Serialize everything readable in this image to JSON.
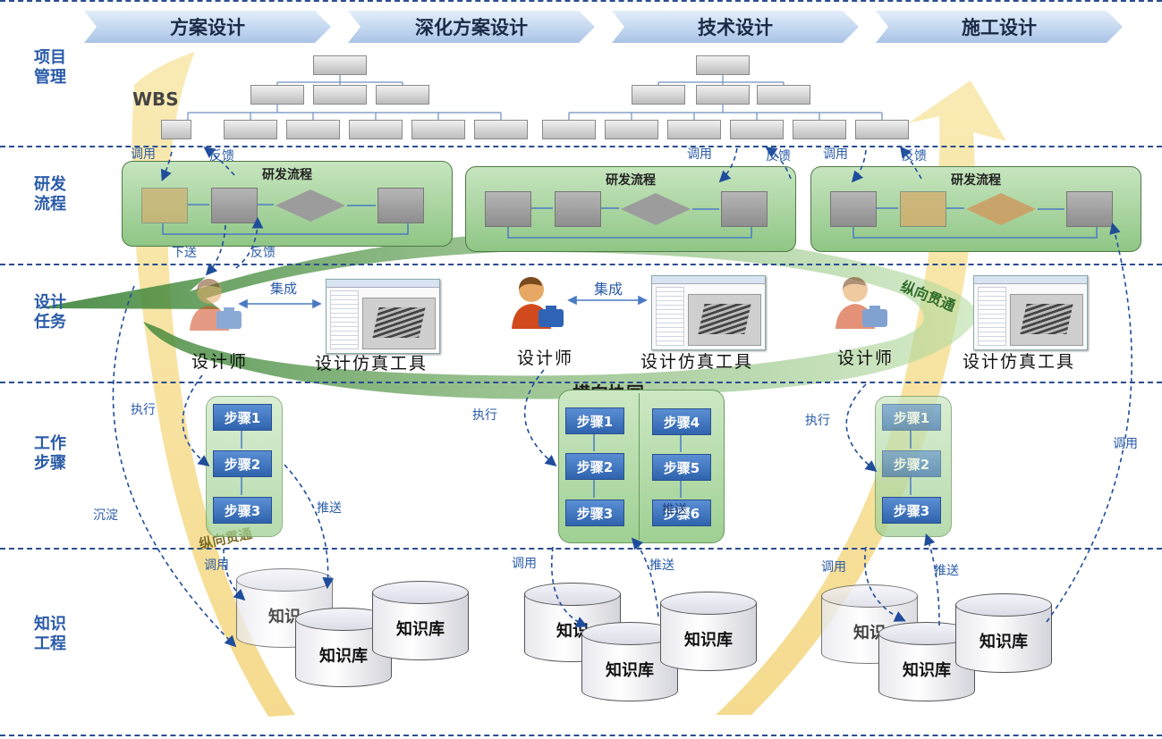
{
  "stages": [
    "方案设计",
    "深化方案设计",
    "技术设计",
    "施工设计"
  ],
  "rows": [
    "项目\n管理",
    "研发\n流程",
    "设计\n任务",
    "工作\n步骤",
    "知识\n工程"
  ],
  "wbs_label": "WBS",
  "process_title": "研发流程",
  "designer": "设计师",
  "tool": "设计仿真工具",
  "integration": "集成",
  "horizontal": "横向协同",
  "vertical": "纵向贯通",
  "steps": [
    "步骤1",
    "步骤2",
    "步骤3",
    "步骤4",
    "步骤5",
    "步骤6"
  ],
  "kb": "知识库",
  "kb_short": "知识",
  "arrows": {
    "call": "调用",
    "feedback": "反馈",
    "send_down": "下送",
    "execute": "执行",
    "push": "推送",
    "settle": "沉淀"
  },
  "colors": {
    "accent_blue": "#2a5ba8",
    "green": "#7bbd6b",
    "yellow": "#f6d77a",
    "step_blue": "#2f63ad"
  }
}
